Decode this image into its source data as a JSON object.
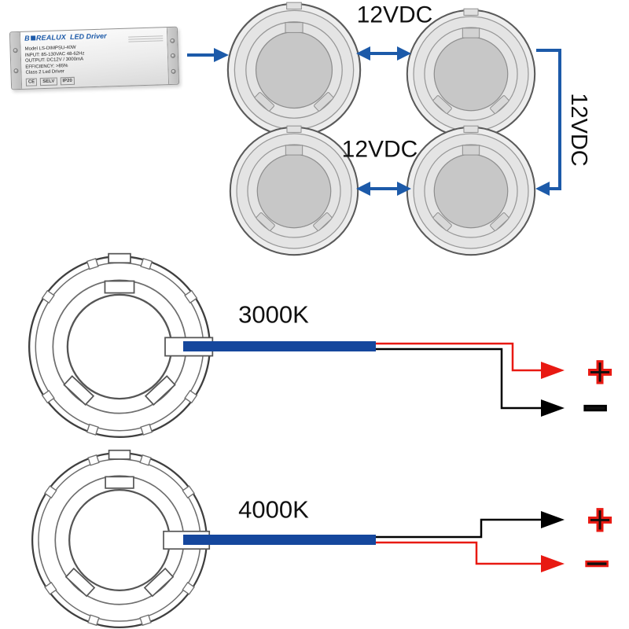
{
  "driver": {
    "brand_b": "B",
    "brand_rest": "REALUX",
    "product": "LED Driver",
    "info_lines": [
      "Model LS-DIMPSU-40W",
      "INPUT: 85-130VAC   48-62Hz",
      "OUTPUT: DC12V / 3000mA",
      "EFFICIENCY: >85%",
      "Class 2 Led Driver"
    ],
    "badges": [
      "CE",
      "SELV",
      "IP20"
    ]
  },
  "connections": {
    "label_top": "12VDC",
    "label_middle": "12VDC",
    "label_right": "12VDC"
  },
  "lights": {
    "label_3000k": "3000K",
    "label_4000k": "4000K"
  },
  "polarity_3000k": {
    "plus": "+",
    "minus": "−"
  },
  "polarity_4000k": {
    "plus": "+",
    "minus": "−"
  },
  "colors": {
    "arrow_blue": "#1c5aa9",
    "wire_blue": "#15479d",
    "wire_red": "#e81912",
    "wire_black": "#000000",
    "plus_red": "#e81912",
    "minus_black": "#000000"
  },
  "icons": {
    "arrow_right": "▶",
    "arrow_double": "◀▶",
    "polarity_arrow": "▶"
  }
}
